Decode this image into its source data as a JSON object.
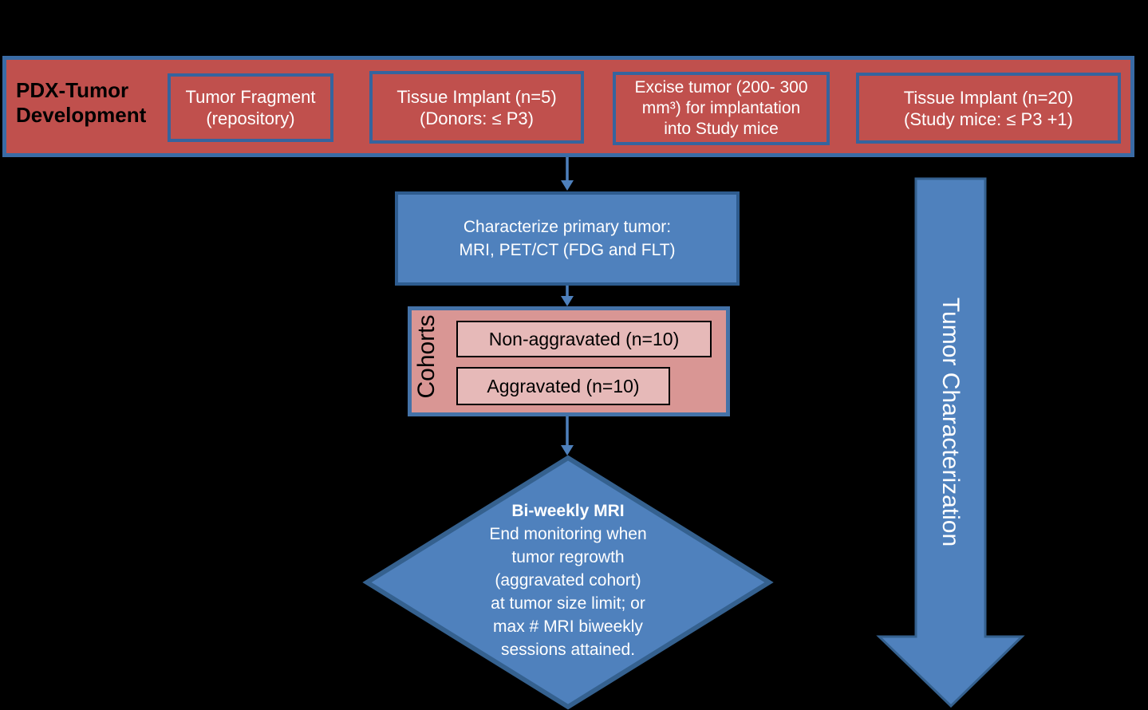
{
  "colors": {
    "background": "#000000",
    "banner_fill": "#C0504D",
    "banner_border": "#3A6BA5",
    "red_box_border": "#36649E",
    "blue_fill": "#4F81BD",
    "blue_border": "#2E5C8F",
    "diamond_border": "#35618F",
    "cohorts_fill": "#D99694",
    "cohorts_border": "#4472A8",
    "cohort_item_fill": "#E6B9B8",
    "connector": "#4E80BC",
    "text_light": "#FFFFFF",
    "text_dark": "#000000"
  },
  "banner": {
    "title_lines": [
      "PDX-Tumor",
      "Development"
    ],
    "boxes": [
      {
        "lines": [
          "Tumor Fragment",
          "(repository)"
        ]
      },
      {
        "lines": [
          "Tissue Implant (n=5)",
          "(Donors: ≤ P3)"
        ]
      },
      {
        "lines": [
          "Excise tumor (200- 300",
          "mm³) for implantation",
          "into Study mice"
        ]
      },
      {
        "lines": [
          "Tissue Implant (n=20)",
          "(Study mice: ≤ P3 +1)"
        ]
      }
    ]
  },
  "characterize_box": {
    "lines": [
      "Characterize primary tumor:",
      "MRI, PET/CT (FDG and FLT)"
    ]
  },
  "cohorts": {
    "label": "Cohorts",
    "items": [
      {
        "label": "Non-aggravated (n=10)"
      },
      {
        "label": "Aggravated (n=10)"
      }
    ]
  },
  "decision_diamond": {
    "title": "Bi-weekly MRI",
    "lines": [
      "End monitoring when",
      "tumor regrowth",
      "(aggravated cohort)",
      "at tumor size limit; or",
      "max # MRI biweekly",
      "sessions attained."
    ]
  },
  "side_arrow": {
    "label": "Tumor Characterization"
  }
}
